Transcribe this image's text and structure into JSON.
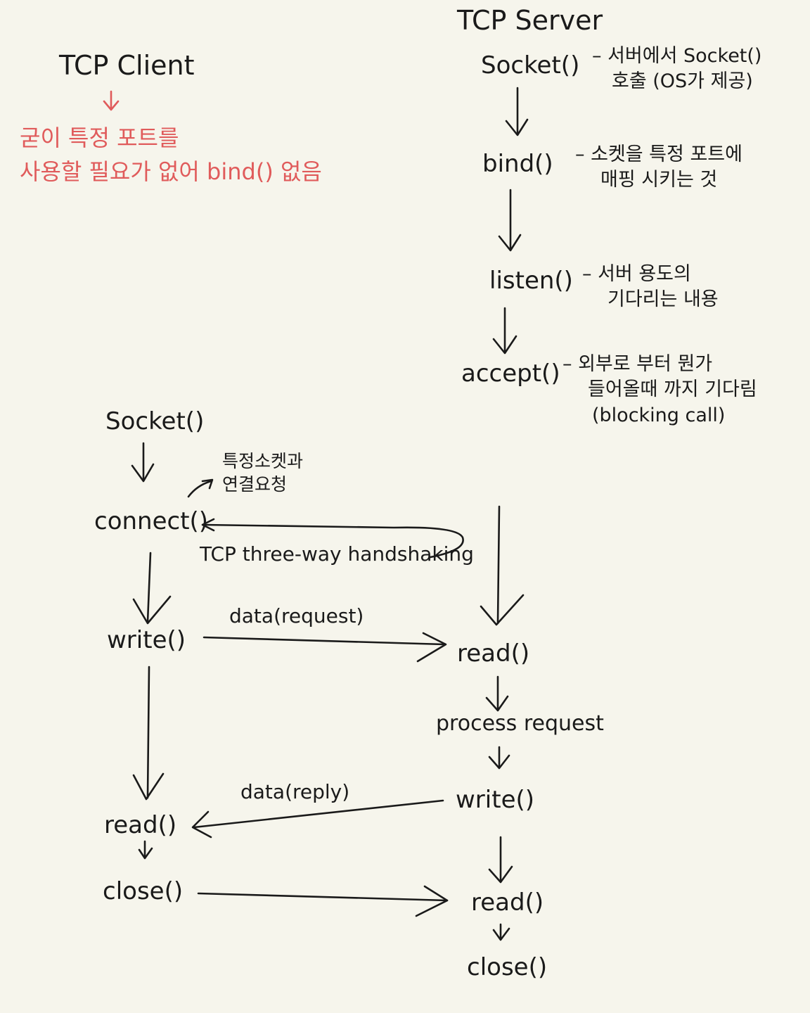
{
  "client": {
    "title": "TCP Client",
    "note_line1": "굳이 특정 포트를",
    "note_line2": "사용할 필요가 없어 bind() 없음",
    "socket": "Socket()",
    "connect": "connect()",
    "connect_note_line1": "특정소켓과",
    "connect_note_line2": "연결요청",
    "write": "write()",
    "read": "read()",
    "close": "close()"
  },
  "server": {
    "title": "TCP Server",
    "socket": "Socket()",
    "socket_note_line1": "– 서버에서 Socket()",
    "socket_note_line2": "호출 (OS가 제공)",
    "bind": "bind()",
    "bind_note_line1": "– 소켓을 특정 포트에",
    "bind_note_line2": "매핑 시키는 것",
    "listen": "listen()",
    "listen_note_line1": "– 서버 용도의",
    "listen_note_line2": "기다리는 내용",
    "accept": "accept()",
    "accept_note_line1": "– 외부로 부터 뭔가",
    "accept_note_line2": "들어올때 까지 기다림",
    "accept_note_line3": "(blocking call)",
    "read": "read()",
    "process": "process request",
    "write": "write()",
    "read2": "read()",
    "close": "close()"
  },
  "edges": {
    "handshake": "TCP three-way handshaking",
    "request": "data(request)",
    "reply": "data(reply)"
  }
}
